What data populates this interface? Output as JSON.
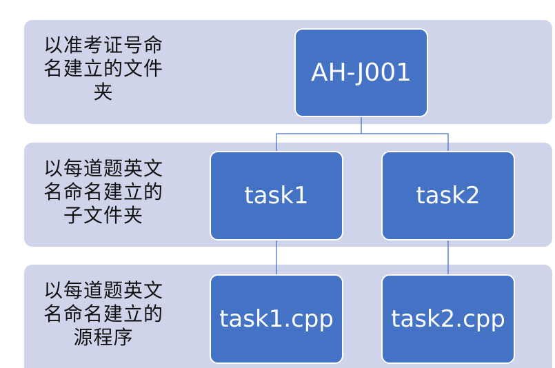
{
  "levels": [
    {
      "label": "以准考证号命\n名建立的文件\n夹"
    },
    {
      "label": "以每道题英文\n名命名建立的\n子文件夹"
    },
    {
      "label": "以每道题英文\n名命名建立的\n源程序"
    }
  ],
  "nodes": {
    "root": "AH-J001",
    "task1": "task1",
    "task2": "task2",
    "task1_cpp": "task1.cpp",
    "task2_cpp": "task2.cpp"
  },
  "colors": {
    "band": "#cfd4ea",
    "node": "#4472c4",
    "connector": "#4472c4"
  }
}
